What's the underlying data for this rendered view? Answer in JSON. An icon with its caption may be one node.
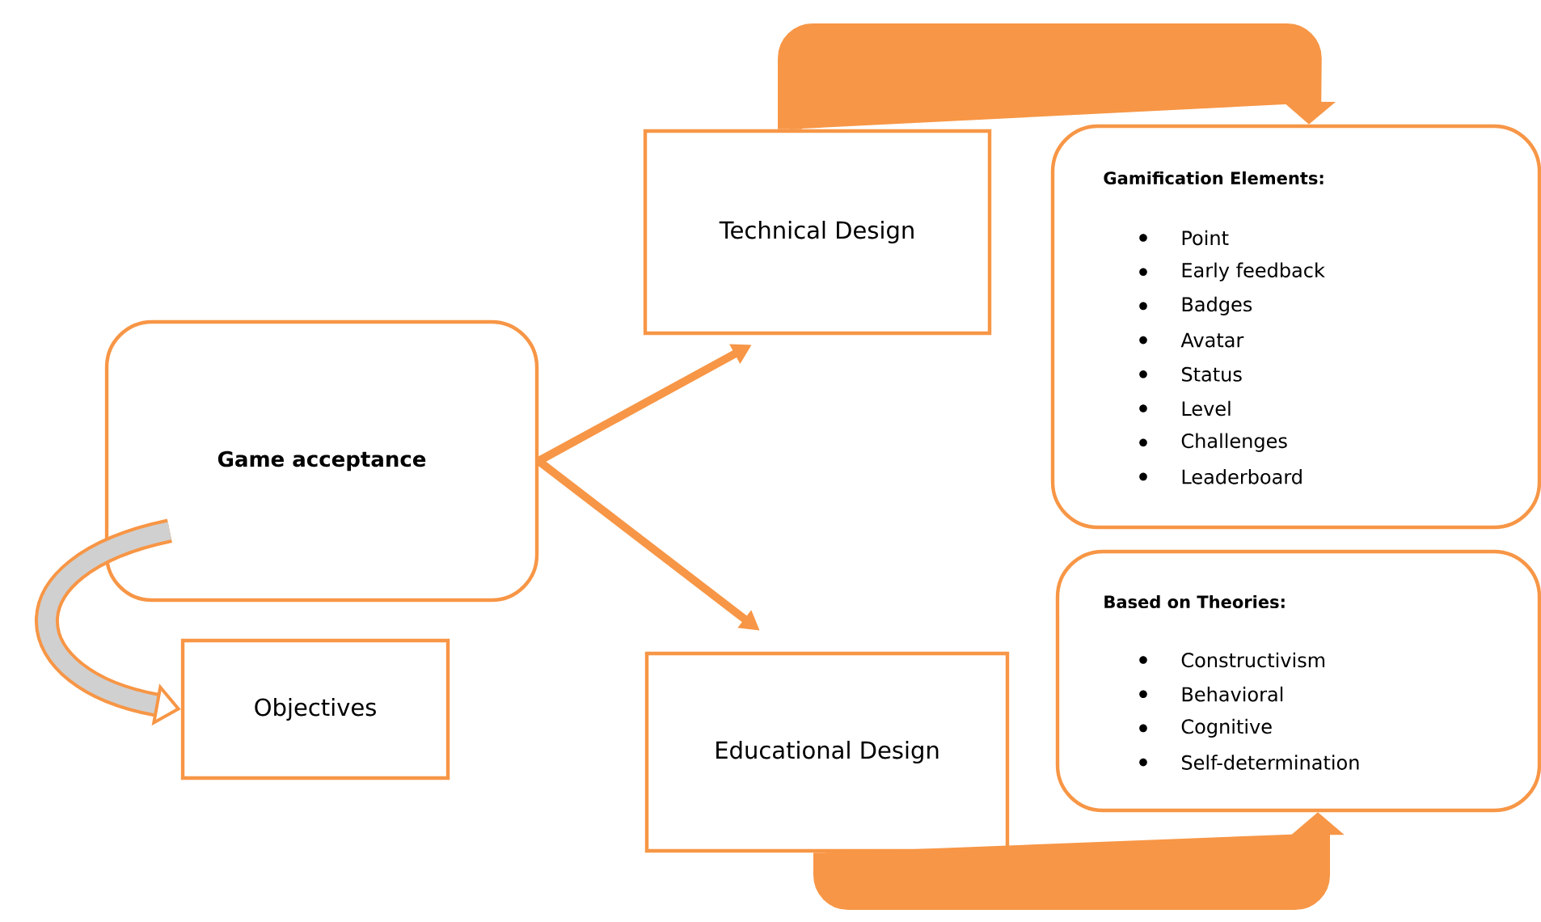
{
  "diagram": {
    "nodes": [
      {
        "text": [
          "Game acceptance"
        ]
      },
      {
        "text": [
          "Objectives"
        ]
      },
      {
        "text": [
          "Technical Design"
        ]
      },
      {
        "text": [
          "Educational Design"
        ]
      },
      {
        "text": [
          "Gamification Elements:",
          "Point",
          "Early feedback",
          "Badges",
          "Avatar",
          "Status",
          "Level",
          "Challenges",
          "Leaderboard"
        ]
      },
      {
        "text": [
          "Based on Theories:",
          "Constructivism",
          "Behavioral",
          "Cognitive",
          "Self-determination"
        ]
      }
    ],
    "edges": [
      {
        "from": 0,
        "to": 1,
        "arrow": "to"
      },
      {
        "from": 0,
        "to": 2,
        "arrow": "to"
      },
      {
        "from": 0,
        "to": 3,
        "arrow": "to"
      },
      {
        "from": 2,
        "to": 4,
        "arrow": "to"
      },
      {
        "from": 3,
        "to": 5,
        "arrow": "to"
      }
    ]
  }
}
